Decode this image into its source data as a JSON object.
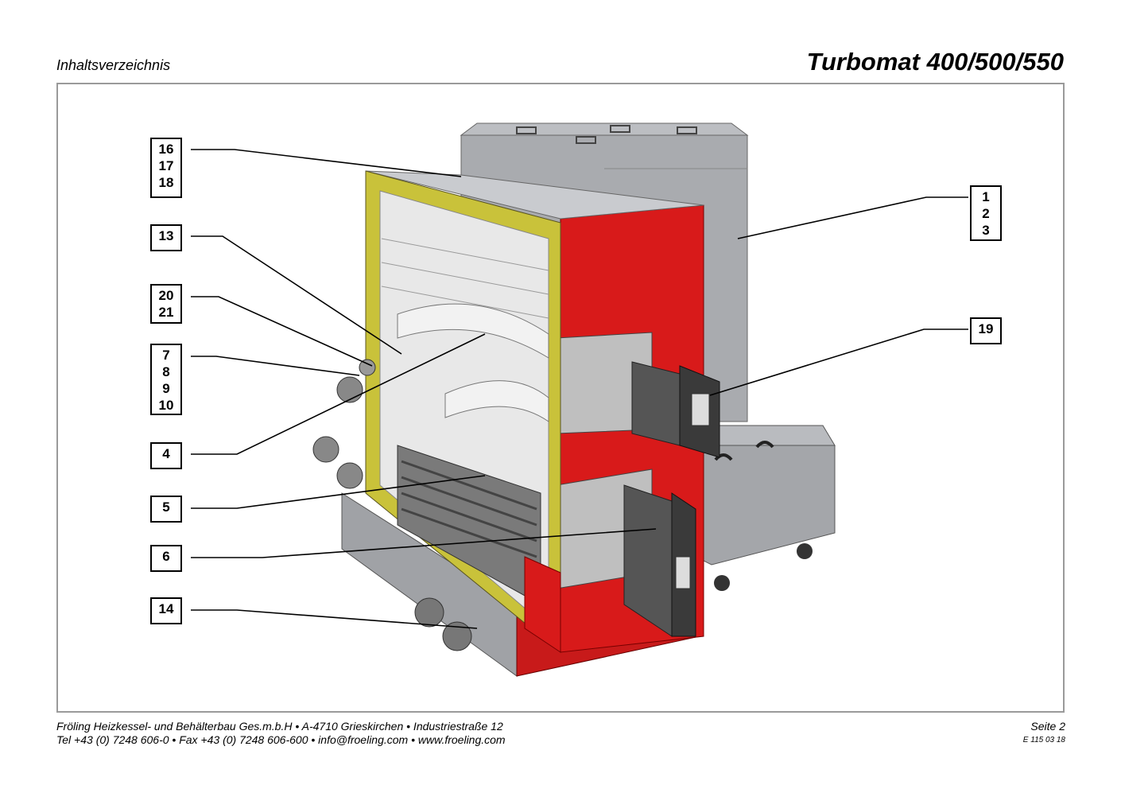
{
  "header": {
    "section": "Inhaltsverzeichnis",
    "title": "Turbomat 400/500/550"
  },
  "labels": [
    {
      "id": "16-17-18",
      "lines": [
        "16",
        "17",
        "18"
      ]
    },
    {
      "id": "13",
      "lines": [
        "13"
      ]
    },
    {
      "id": "20-21",
      "lines": [
        "20",
        "21"
      ]
    },
    {
      "id": "7-8-9-10",
      "lines": [
        "7",
        "8",
        "9",
        "10"
      ]
    },
    {
      "id": "4",
      "lines": [
        "4"
      ]
    },
    {
      "id": "5",
      "lines": [
        "5"
      ]
    },
    {
      "id": "6",
      "lines": [
        "6"
      ]
    },
    {
      "id": "14",
      "lines": [
        "14"
      ]
    },
    {
      "id": "1-2-3",
      "lines": [
        "1",
        "2",
        "3"
      ]
    },
    {
      "id": "19",
      "lines": [
        "19"
      ]
    }
  ],
  "footer": {
    "line1": "Fröling Heizkessel- und Behälterbau Ges.m.b.H   •  A-4710 Grieskirchen   •  Industriestraße 12",
    "line2": "Tel +43 (0) 7248 606-0   •  Fax +43 (0) 7248 606-600   •  info@froeling.com   •  www.froeling.com",
    "page": "Seite 2",
    "code": "E 115 03 18"
  },
  "colors": {
    "red_panel": "#d81a1a",
    "insulation": "#c9c23a",
    "steel": "#a7a9ad",
    "refractory": "#e6e6e6",
    "frame_border": "#9a9a9a"
  }
}
